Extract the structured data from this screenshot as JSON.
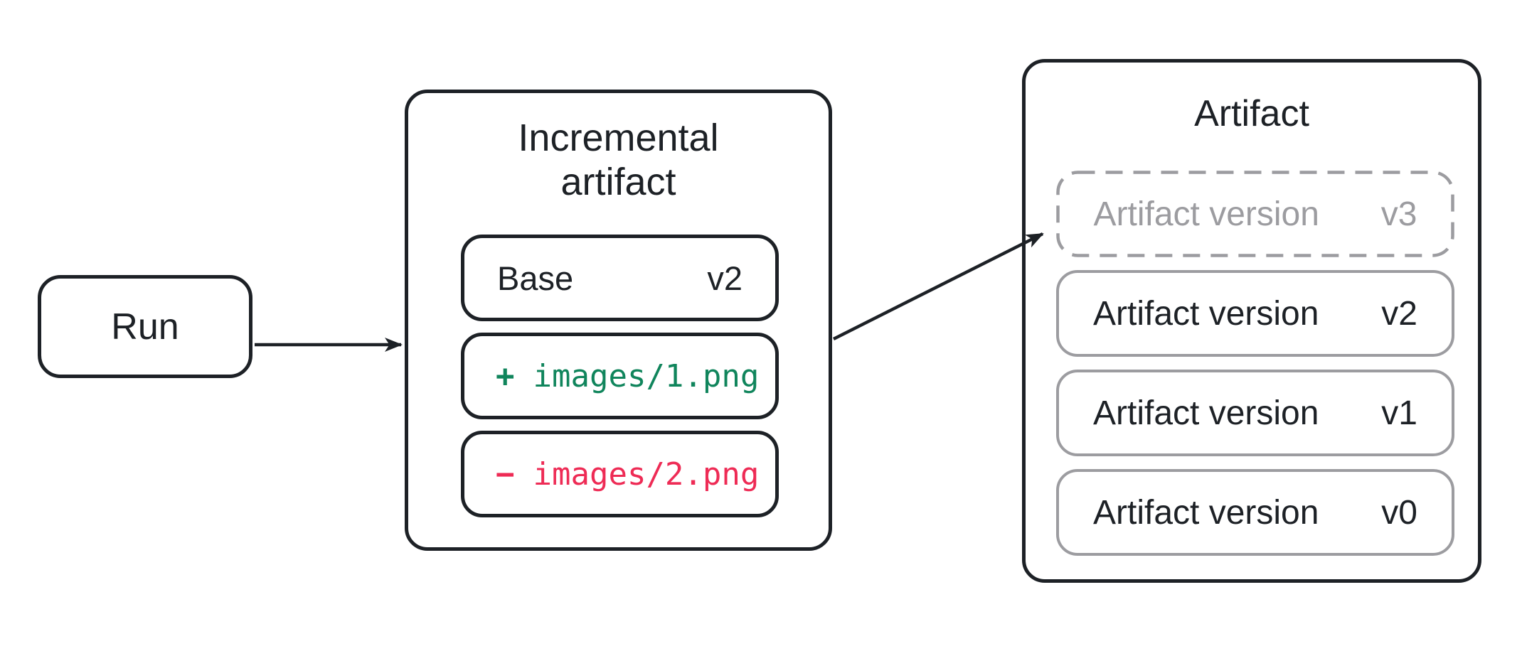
{
  "run": {
    "label": "Run"
  },
  "incremental": {
    "title_line1": "Incremental",
    "title_line2": "artifact",
    "base": {
      "label": "Base",
      "version": "v2"
    },
    "added": {
      "sign": "+",
      "path": "images/1.png"
    },
    "removed": {
      "sign": "−",
      "path": "images/2.png"
    }
  },
  "artifact": {
    "title": "Artifact",
    "versions": [
      {
        "label": "Artifact version",
        "version": "v3",
        "state": "pending"
      },
      {
        "label": "Artifact version",
        "version": "v2",
        "state": "committed"
      },
      {
        "label": "Artifact version",
        "version": "v1",
        "state": "committed"
      },
      {
        "label": "Artifact version",
        "version": "v0",
        "state": "committed"
      }
    ]
  },
  "colors": {
    "ink": "#1d2126",
    "muted_gray": "#9c9ca0",
    "added_green": "#10855c",
    "removed_red": "#ee2b55",
    "background": "#ffffff"
  }
}
